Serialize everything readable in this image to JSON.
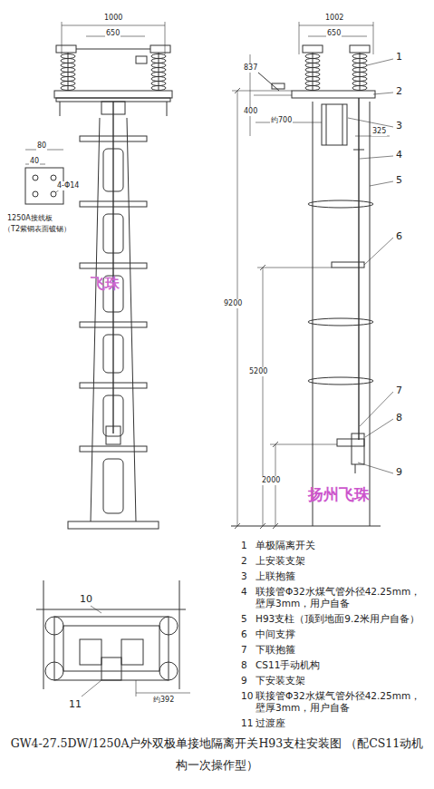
{
  "diagram": {
    "caption": "GW4-27.5DW/1250A户外双极单接地隔离开关H93支柱安装图 （配CS11动机构一次操作型）",
    "labels": [
      "1000",
      "650",
      "80",
      "40",
      "4-Φ14",
      "1250A接线板",
      "（T2紫铜表面镀锡）",
      "飞珠",
      "1002",
      "650",
      "837",
      "400",
      "约700",
      "325",
      "9200",
      "5200",
      "2000",
      "1",
      "2",
      "3",
      "4",
      "5",
      "6",
      "7",
      "8",
      "9",
      "扬州飞珠",
      "10",
      "11",
      "约392",
      "1",
      "单极隔离开关",
      "2",
      "上安装支架",
      "3",
      "上联抱箍",
      "4",
      "联接管Φ32水煤气管外径42.25mm，壁厚3mm，用户自备",
      "5",
      "H93支柱（顶到地面9.2米用户自备）",
      "6",
      "中间支撑",
      "7",
      "下联抱箍",
      "8",
      "CS11手动机构",
      "9",
      "下安装支架",
      "10",
      "联接管Φ32水煤气管外径42.25mm，壁厚3mm，用户自备",
      "11",
      "过渡座"
    ]
  }
}
